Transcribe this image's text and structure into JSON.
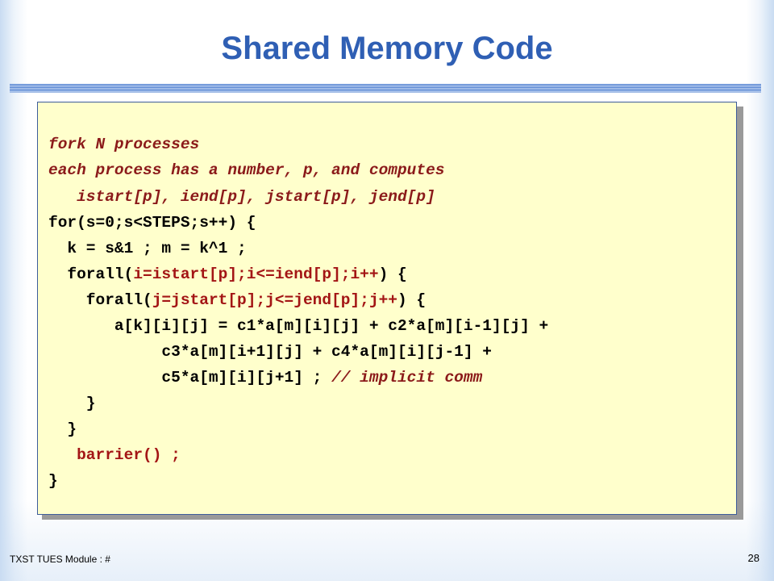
{
  "slide": {
    "title": "Shared Memory Code",
    "footer_left": "TXST TUES Module : #",
    "page_number": "28",
    "colors": {
      "title": "#2f5fb4",
      "code_background": "#ffffcc",
      "comment": "#8b1a1a"
    }
  },
  "code": {
    "lines": [
      {
        "text": "fork N processes"
      },
      {
        "text": "each process has a number, p, and computes"
      },
      {
        "text": "   istart[p], iend[p], jstart[p], jend[p]"
      },
      {
        "text": "for(s=0;s<STEPS;s++) {"
      },
      {
        "text": "  k = s&1 ; m = k^1 ;"
      },
      {
        "pre": "  forall(",
        "red": "i=istart[p];i<=iend[p];i++",
        "post": ") {"
      },
      {
        "pre": "    forall(",
        "red": "j=jstart[p];j<=jend[p];j++",
        "post": ") {"
      },
      {
        "text": "       a[k][i][j] = c1*a[m][i][j] + c2*a[m][i-1][j] +"
      },
      {
        "text": "            c3*a[m][i+1][j] + c4*a[m][i][j-1] +"
      },
      {
        "code": "            c5*a[m][i][j+1] ; ",
        "comment": "// implicit comm"
      },
      {
        "text": "    }"
      },
      {
        "text": "  }"
      },
      {
        "text": "   barrier() ;"
      },
      {
        "text": "}"
      }
    ]
  }
}
